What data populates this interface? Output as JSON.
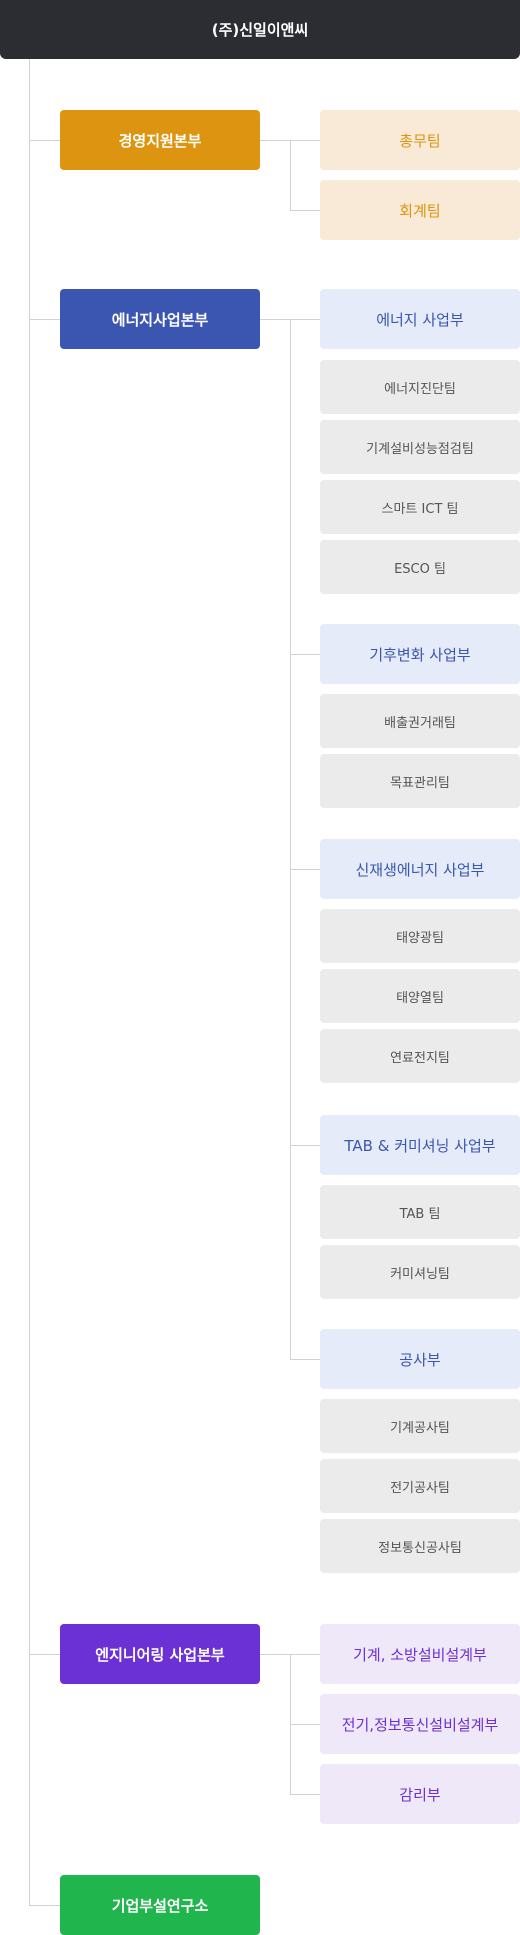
{
  "root": {
    "label": "(주)신일이앤씨"
  },
  "divisions": {
    "management": {
      "label": "경영지원본부",
      "departments": [
        {
          "label": "총무팀"
        },
        {
          "label": "회계팀"
        }
      ]
    },
    "energy": {
      "label": "에너지사업본부",
      "groups": [
        {
          "label": "에너지 사업부",
          "teams": [
            {
              "label": "에너지진단팀"
            },
            {
              "label": "기계설비성능점검팀"
            },
            {
              "label": "스마트 ICT 팀"
            },
            {
              "label": "ESCO 팀"
            }
          ]
        },
        {
          "label": "기후변화 사업부",
          "teams": [
            {
              "label": "배출권거래팀"
            },
            {
              "label": "목표관리팀"
            }
          ]
        },
        {
          "label": "신재생에너지 사업부",
          "teams": [
            {
              "label": "태양광팀"
            },
            {
              "label": "태양열팀"
            },
            {
              "label": "연료전지팀"
            }
          ]
        },
        {
          "label": "TAB & 커미셔닝 사업부",
          "teams": [
            {
              "label": "TAB 팀"
            },
            {
              "label": "커미셔닝팀"
            }
          ]
        },
        {
          "label": "공사부",
          "teams": [
            {
              "label": "기계공사팀"
            },
            {
              "label": "전기공사팀"
            },
            {
              "label": "정보통신공사팀"
            }
          ]
        }
      ]
    },
    "engineering": {
      "label": "엔지니어링 사업본부",
      "departments": [
        {
          "label": "기계, 소방설비설계부"
        },
        {
          "label": "전기,정보통신설비설계부"
        },
        {
          "label": "감리부"
        }
      ]
    },
    "lab": {
      "label": "기업부설연구소"
    }
  },
  "colors": {
    "root": "#2c2c33",
    "management": "#dd9511",
    "energy": "#3b56b0",
    "engineering": "#6c31d4",
    "lab": "#21b54d",
    "team_bg": "#ebebeb",
    "connector": "#d2d2d2"
  }
}
